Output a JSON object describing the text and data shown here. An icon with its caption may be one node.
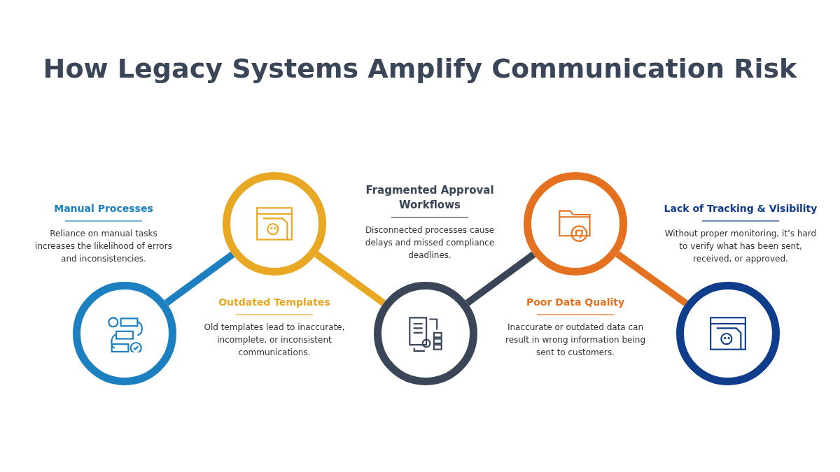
{
  "diagram": {
    "title": "How Legacy Systems Amplify Communication Risk",
    "nodes": [
      {
        "text": [],
        "shape": "circle",
        "beside": [
          "Manual Processes",
          "Reliance on manual tasks increases the likelihood of errors and inconsistencies."
        ]
      },
      {
        "text": [],
        "shape": "circle",
        "beside": [
          "Outdated Templates",
          "Old templates lead to inaccurate, incomplete, or inconsistent communications."
        ]
      },
      {
        "text": [],
        "shape": "circle",
        "beside": [
          "Fragmented Approval Workflows",
          "Disconnected processes cause delays and missed compliance deadlines."
        ]
      },
      {
        "text": [],
        "shape": "circle",
        "beside": [
          "Poor Data Quality",
          "Inaccurate or outdated data can result in wrong information being sent to customers."
        ]
      },
      {
        "text": [],
        "shape": "circle",
        "beside": [
          "Lack of Tracking & Visibility",
          "Without proper monitoring, it’s hard to verify what has been sent, received, or approved."
        ]
      }
    ],
    "edges": [
      {
        "from": 0,
        "to": 1,
        "arrow": "none",
        "color": "#1b7fc0"
      },
      {
        "from": 1,
        "to": 2,
        "arrow": "none",
        "color": "#e8a823"
      },
      {
        "from": 2,
        "to": 3,
        "arrow": "none",
        "color": "#3a4558"
      },
      {
        "from": 3,
        "to": 4,
        "arrow": "none",
        "color": "#e4711f"
      }
    ]
  }
}
